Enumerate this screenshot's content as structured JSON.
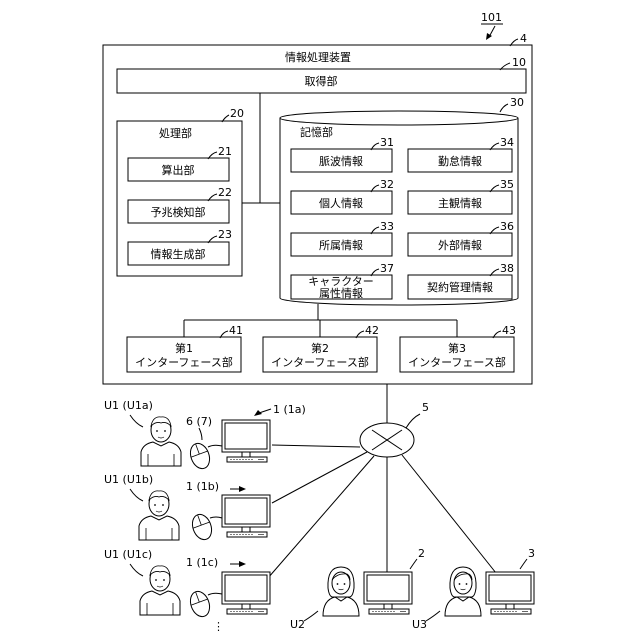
{
  "figure_ref": "101",
  "device": {
    "ref": "4",
    "title": "情報処理装置"
  },
  "acquisition": {
    "ref": "10",
    "label": "取得部"
  },
  "processing": {
    "ref": "20",
    "title": "処理部",
    "units": [
      {
        "ref": "21",
        "label": "算出部"
      },
      {
        "ref": "22",
        "label": "予兆検知部"
      },
      {
        "ref": "23",
        "label": "情報生成部"
      }
    ]
  },
  "storage": {
    "ref": "30",
    "title": "記憶部",
    "items": [
      {
        "ref": "31",
        "label": "脈波情報"
      },
      {
        "ref": "34",
        "label": "勤怠情報"
      },
      {
        "ref": "32",
        "label": "個人情報"
      },
      {
        "ref": "35",
        "label": "主観情報"
      },
      {
        "ref": "33",
        "label": "所属情報"
      },
      {
        "ref": "36",
        "label": "外部情報"
      },
      {
        "ref": "37",
        "label_line1": "キャラクター",
        "label_line2": "属性情報"
      },
      {
        "ref": "38",
        "label": "契約管理情報"
      }
    ]
  },
  "interfaces": [
    {
      "ref": "41",
      "line1": "第1",
      "line2": "インターフェース部"
    },
    {
      "ref": "42",
      "line1": "第2",
      "line2": "インターフェース部"
    },
    {
      "ref": "43",
      "line1": "第3",
      "line2": "インターフェース部"
    }
  ],
  "network": {
    "ref": "5"
  },
  "terminals": [
    {
      "user": "U1 (U1a)",
      "terminal": "1 (1a)",
      "input_device": "6 (7)"
    },
    {
      "user": "U1 (U1b)",
      "terminal": "1 (1b)"
    },
    {
      "user": "U1 (U1c)",
      "terminal": "1 (1c)"
    },
    {
      "user": "U2",
      "terminal": "2"
    },
    {
      "user": "U3",
      "terminal": "3"
    }
  ],
  "continuation": "⋮"
}
